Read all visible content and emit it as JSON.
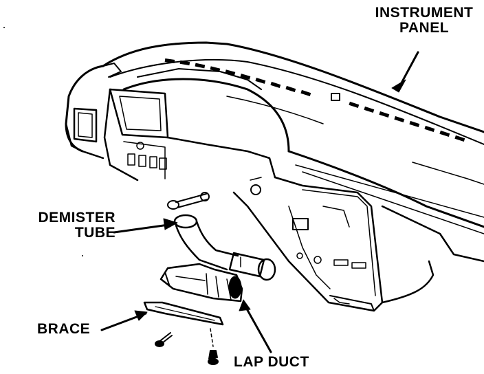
{
  "labels": {
    "instrument_panel": [
      "INSTRUMENT",
      "PANEL"
    ],
    "demister_tube": [
      "DEMISTER",
      "TUBE"
    ],
    "brace": "BRACE",
    "lap_duct": "LAP DUCT"
  },
  "colors": {
    "ink": "#000000",
    "paper": "#ffffff"
  }
}
